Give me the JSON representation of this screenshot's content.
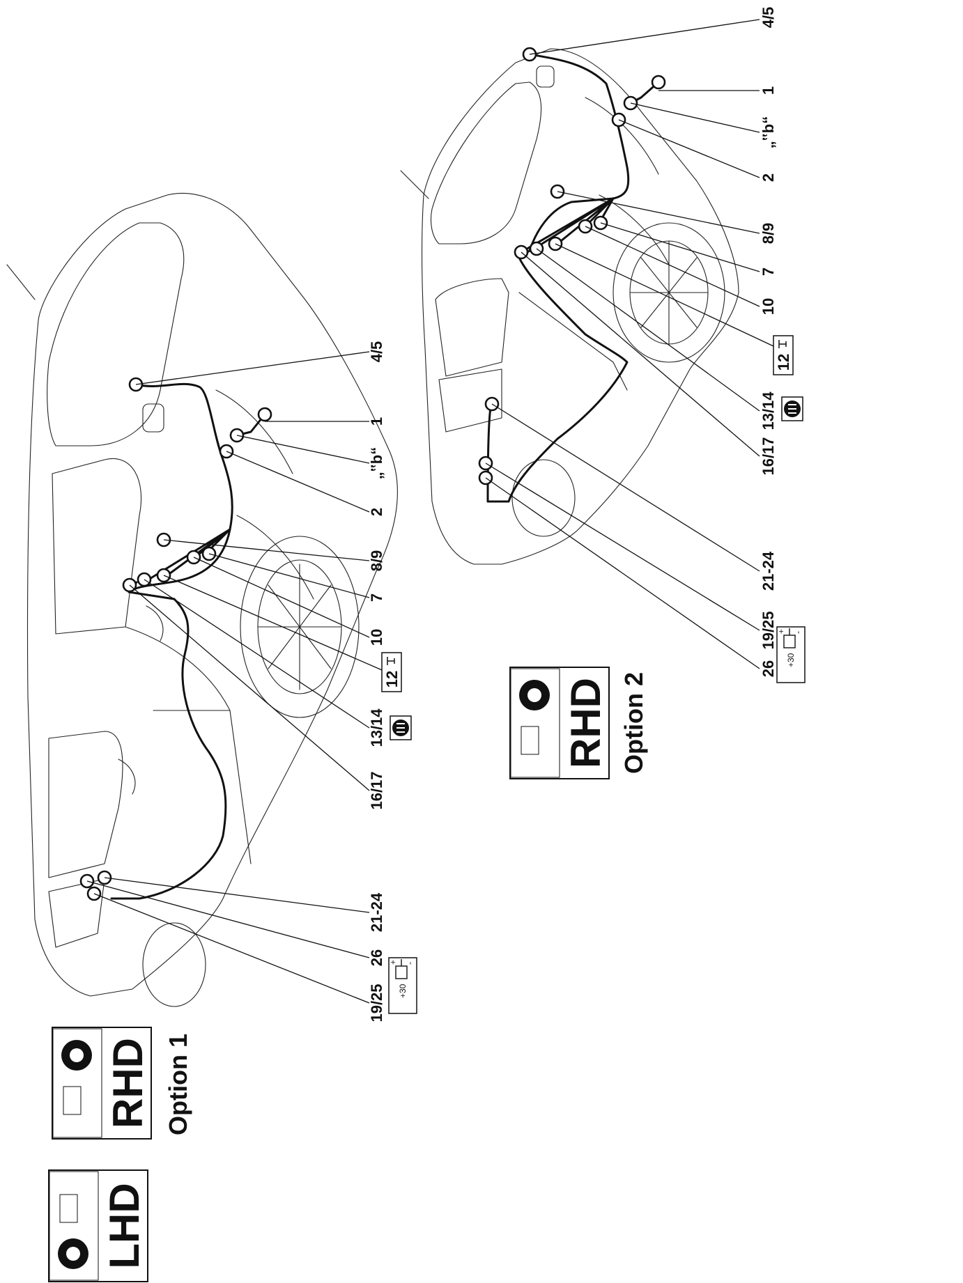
{
  "badges": {
    "lhd": "LHD",
    "rhd": "RHD",
    "option1": "Option 1",
    "option2": "Option 2"
  },
  "ground_number": "12",
  "battery_terminal": "+30",
  "battery_plus": "+",
  "battery_minus": "-",
  "diagram1": {
    "labels": [
      "4/5",
      "1",
      "„‟b“",
      "2",
      "8/9",
      "7",
      "10",
      "13/14",
      "16/17",
      "21-24",
      "26",
      "19/25"
    ]
  },
  "diagram2": {
    "labels": [
      "4/5",
      "1",
      "„‟b“",
      "2",
      "8/9",
      "7",
      "10",
      "13/14",
      "16/17",
      "21-24",
      "19/25",
      "26"
    ]
  }
}
